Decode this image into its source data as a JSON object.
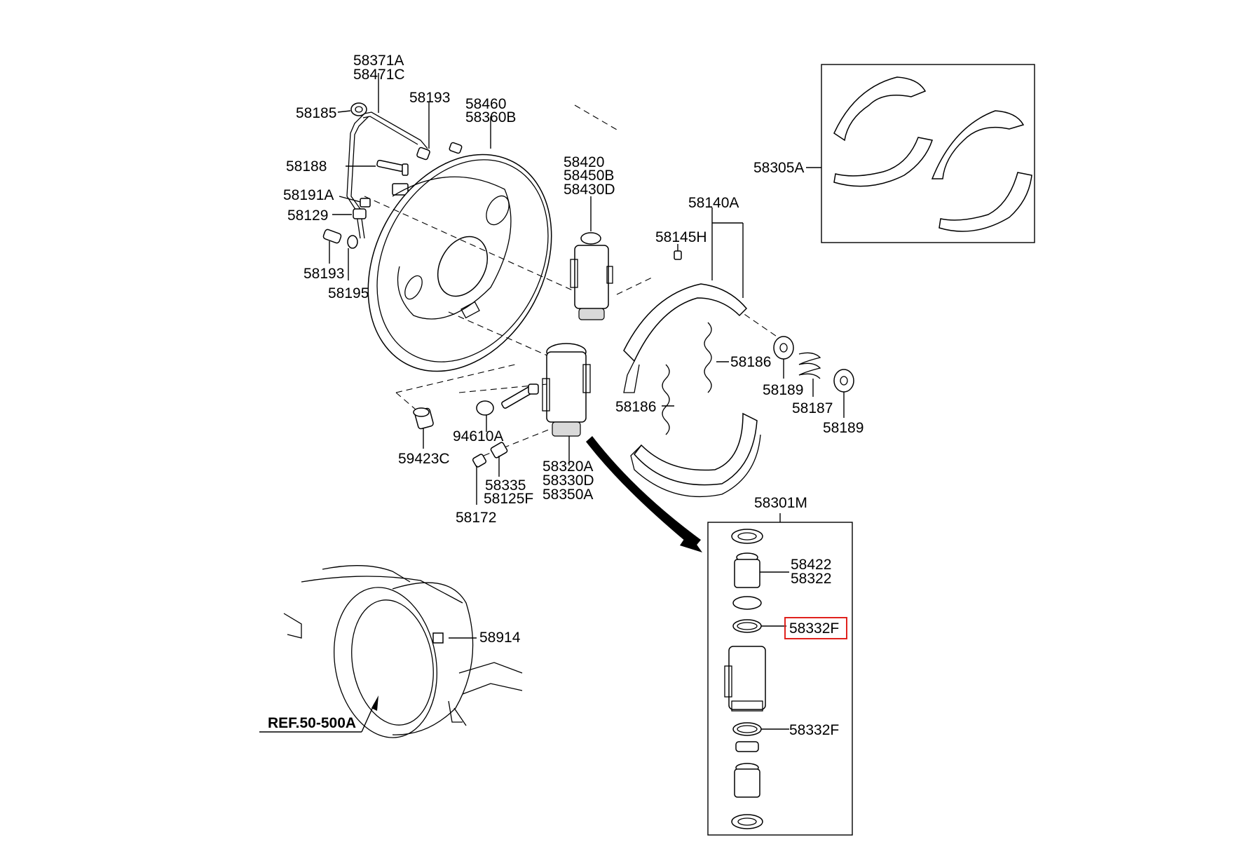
{
  "labels": {
    "p58371A": "58371A",
    "p58471C": "58471C",
    "p58185": "58185",
    "p58193a": "58193",
    "p58460": "58460",
    "p58360B": "58360B",
    "p58188": "58188",
    "p58191A": "58191A",
    "p58129": "58129",
    "p58193b": "58193",
    "p58195": "58195",
    "p58420": "58420",
    "p58450B": "58450B",
    "p58430D": "58430D",
    "p58140A": "58140A",
    "p58145H": "58145H",
    "p58305A": "58305A",
    "p58186a": "58186",
    "p58186b": "58186",
    "p58189a": "58189",
    "p58187": "58187",
    "p58189b": "58189",
    "p59423C": "59423C",
    "p94610A": "94610A",
    "p58335": "58335",
    "p58125F": "58125F",
    "p58172": "58172",
    "p58320A": "58320A",
    "p58330D": "58330D",
    "p58350A": "58350A",
    "p58301M": "58301M",
    "p58422": "58422",
    "p58322": "58322",
    "p58332F_highlight": "58332F",
    "p58332F": "58332F",
    "p58914": "58914",
    "ref": "REF.50-500A"
  },
  "highlight": {
    "part": "58332F",
    "color": "#e0221d"
  }
}
